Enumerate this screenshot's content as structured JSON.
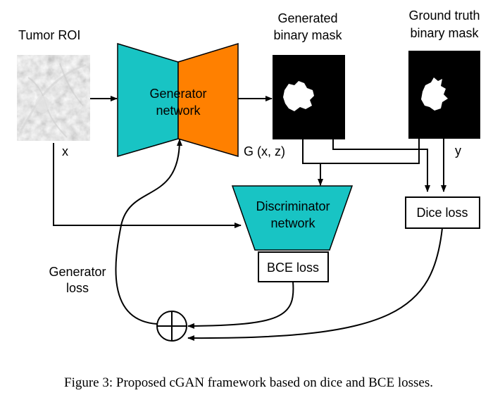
{
  "diagram": {
    "inputs": {
      "tumor_roi_label": "Tumor ROI",
      "x_label": "x"
    },
    "generator": {
      "label_line1": "Generator",
      "label_line2": "network",
      "colors": {
        "left": "#18c4c4",
        "right": "#ff8000"
      }
    },
    "generated_mask": {
      "label_line1": "Generated",
      "label_line2": "binary mask",
      "output_label": "G (x, z)"
    },
    "ground_truth_mask": {
      "label_line1": "Ground truth",
      "label_line2": "binary mask",
      "output_label": "y"
    },
    "discriminator": {
      "label_line1": "Discriminator",
      "label_line2": "network",
      "color": "#18c4c4"
    },
    "bce_loss_label": "BCE loss",
    "dice_loss_label": "Dice loss",
    "generator_loss": {
      "label_line1": "Generator",
      "label_line2": "loss"
    },
    "sum_symbol": "circled-plus"
  },
  "caption": "Figure 3: Proposed cGAN framework based on dice and BCE losses."
}
